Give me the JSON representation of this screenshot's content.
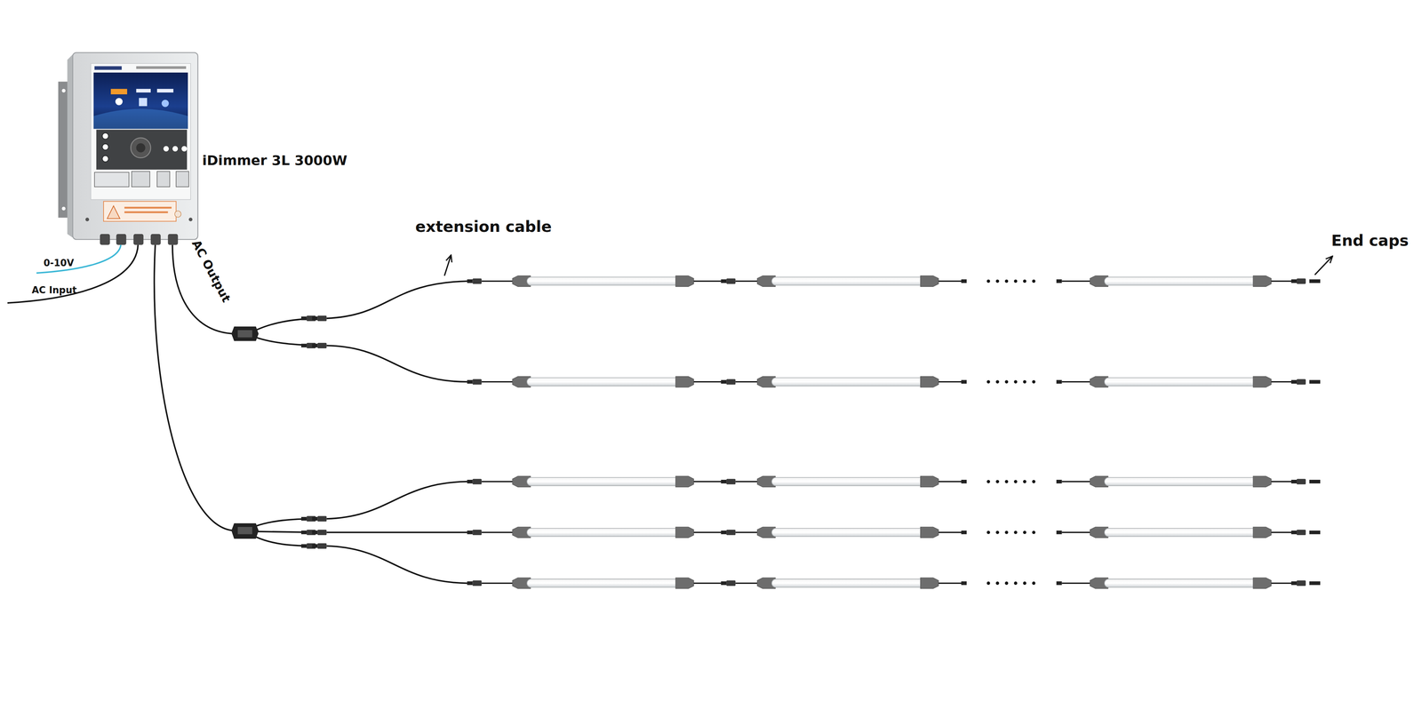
{
  "diagram": {
    "nodes": [
      {
        "text": [
          "iDimmer 3L 3000W"
        ]
      }
    ],
    "labels": [
      "extension cable",
      "End caps",
      "0-10V",
      "AC Input",
      "AC Output"
    ]
  }
}
